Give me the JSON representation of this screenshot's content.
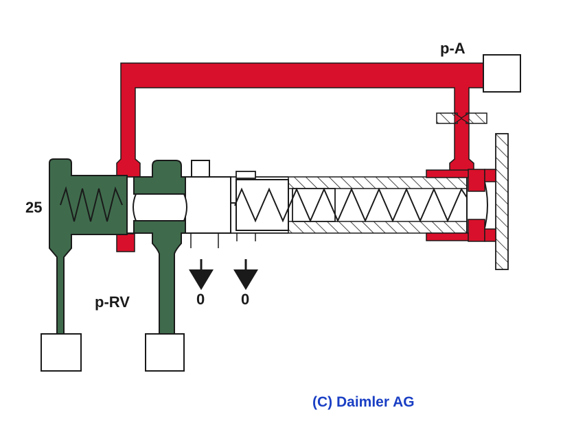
{
  "labels": {
    "p_a": "p-A",
    "p_rv": "p-RV",
    "pressure_25": "25",
    "exhaust_1": "0",
    "exhaust_2": "0"
  },
  "copyright": "(C) Daimler AG",
  "colors": {
    "pressure_a": "#d9102b",
    "pressure_rv": "#3f6b4c",
    "outline": "#1a1a1a",
    "copyright": "#1a3fc4",
    "background": "#ffffff"
  }
}
